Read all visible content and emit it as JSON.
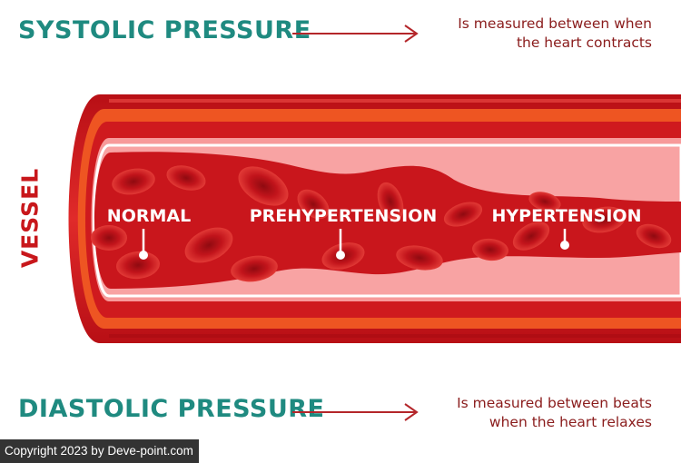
{
  "systolic": {
    "heading": "SYSTOLIC PRESSURE",
    "description_lines": [
      "Is measured between when",
      "the heart contracts"
    ]
  },
  "diastolic": {
    "heading": "DIASTOLIC PRESSURE",
    "description_lines": [
      "Is measured between beats",
      "when the heart relaxes"
    ]
  },
  "vessel_label": "VESSEL",
  "stages": [
    "NORMAL",
    "PREHYPERTENSION",
    "HYPERTENSION"
  ],
  "copyright": "Copyright 2023 by Deve-point.com",
  "colors": {
    "heading": "#1f8a80",
    "description": "#8a1c1c",
    "vessel_wall": "#d4161c",
    "vessel_orange": "#ee5522",
    "vessel_inner": "#f79a9a",
    "blood": "#c9161c"
  }
}
